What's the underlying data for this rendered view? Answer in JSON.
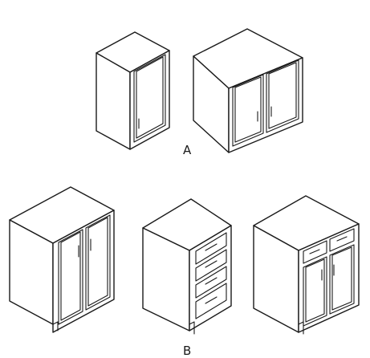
{
  "figure": {
    "group_a": {
      "label": "A",
      "cabinets": [
        {
          "name": "wall-cabinet-single-door",
          "doors": 1
        },
        {
          "name": "wall-cabinet-double-door",
          "doors": 2
        }
      ]
    },
    "group_b": {
      "label": "B",
      "cabinets": [
        {
          "name": "base-cabinet-double-door",
          "doors": 2,
          "drawers": 0
        },
        {
          "name": "base-cabinet-four-drawer",
          "doors": 0,
          "drawers": 4
        },
        {
          "name": "base-cabinet-drawers-and-doors",
          "doors": 2,
          "drawers": 2
        }
      ]
    }
  },
  "colors": {
    "line": "#1a1a1a",
    "background": "#ffffff"
  }
}
